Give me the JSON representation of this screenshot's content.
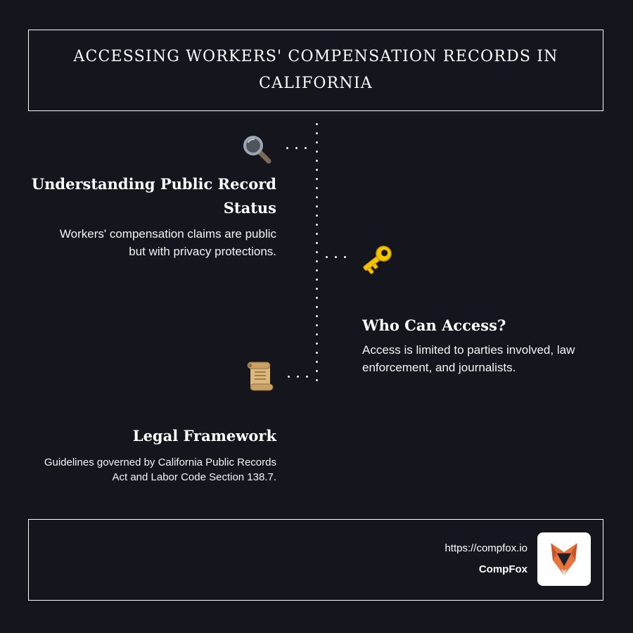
{
  "header": {
    "title": "ACCESSING WORKERS' COMPENSATION RECORDS IN CALIFORNIA"
  },
  "sections": [
    {
      "icon": "magnifier-icon",
      "side": "left",
      "heading": "Understanding Public Record Status",
      "body": "Workers' compensation claims are public but with privacy protections."
    },
    {
      "icon": "key-icon",
      "side": "right",
      "heading": "Who Can Access?",
      "body": "Access is limited to parties involved, law enforcement, and journalists."
    },
    {
      "icon": "scroll-icon",
      "side": "left",
      "heading": "Legal Framework",
      "body": "Guidelines governed by California Public Records Act and Labor Code Section 138.7."
    }
  ],
  "footer": {
    "url": "https://compfox.io",
    "brand": "CompFox",
    "logo": "fox-icon"
  },
  "colors": {
    "background": "#15151e",
    "border": "#ffffff",
    "heading_text": "#ffffff",
    "body_text": "#f4f4f4",
    "key_gold": "#f3c400",
    "fox_orange": "#e8743c",
    "parchment": "#dcb77f"
  }
}
